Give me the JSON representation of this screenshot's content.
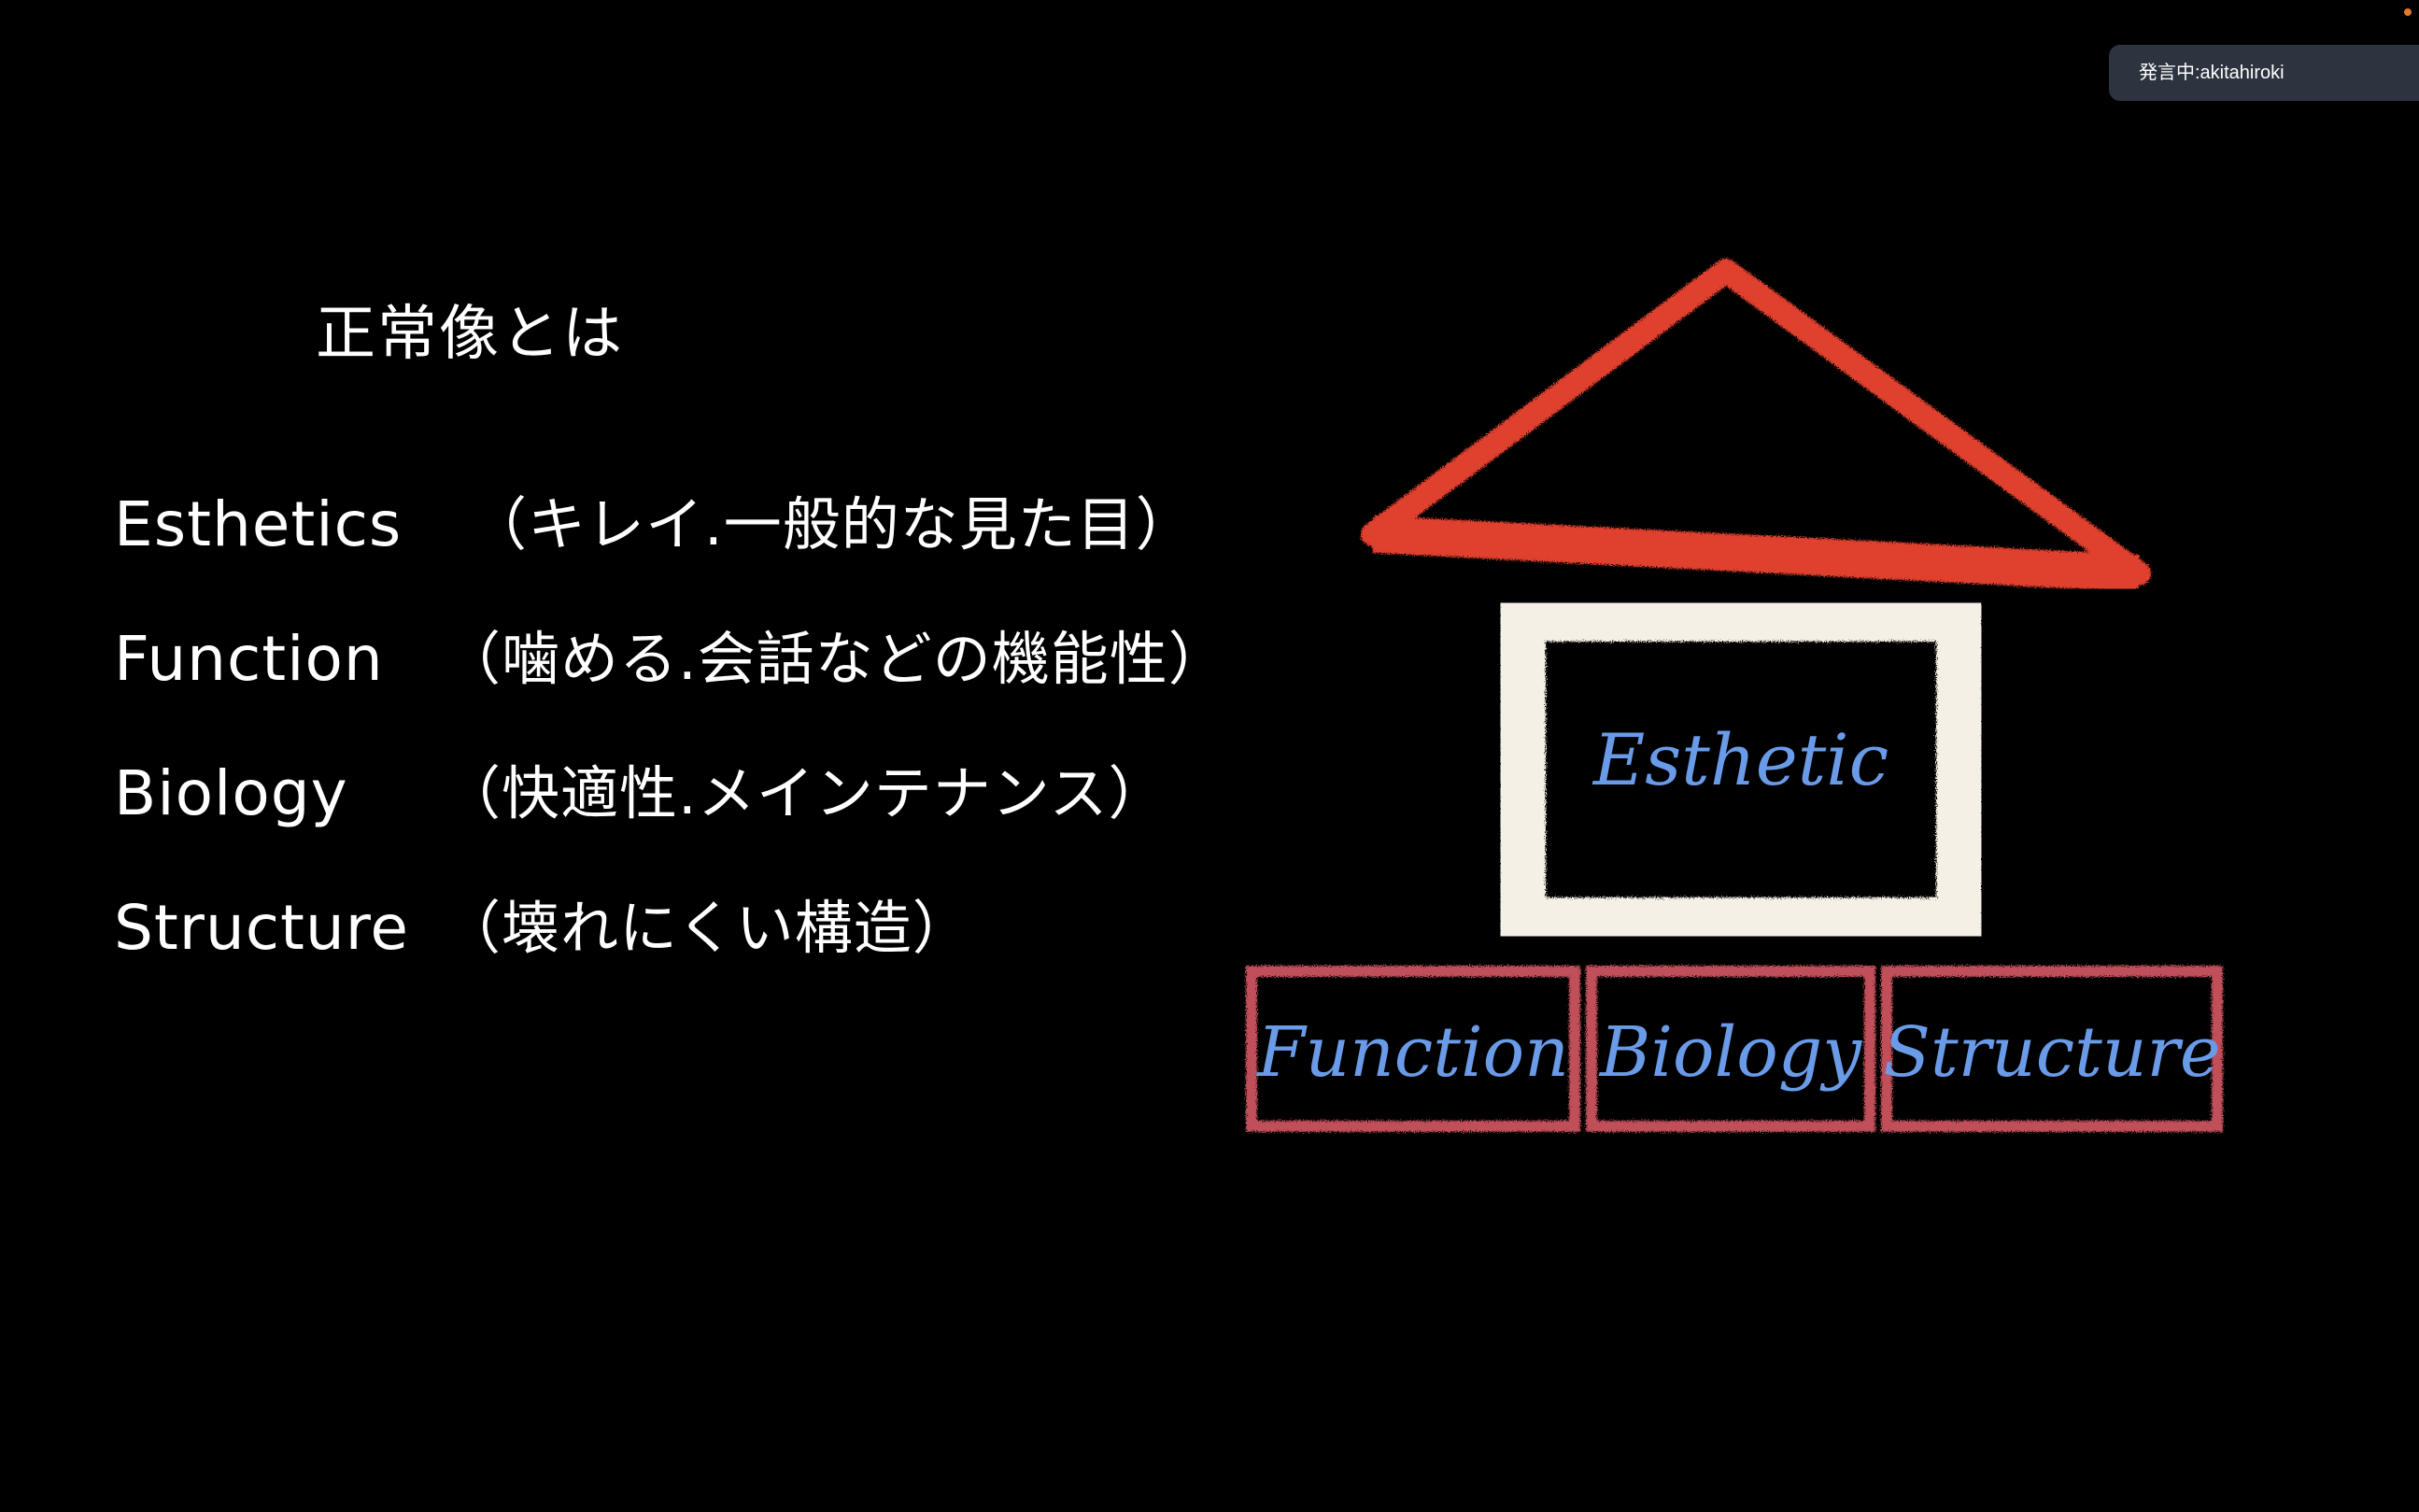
{
  "slide": {
    "title": "正常像とは",
    "rows": [
      {
        "term": "Esthetics",
        "desc": "（キレイ.一般的な見た目）"
      },
      {
        "term": "Function",
        "desc": "（噛める.会話などの機能性）"
      },
      {
        "term": "Biology",
        "desc": "（快適性.メインテナンス）"
      },
      {
        "term": "Structure",
        "desc": "（壊れにくい構造）"
      }
    ]
  },
  "house": {
    "body_label": "Esthetic",
    "foundation": [
      "Function",
      "Biology",
      "Structure"
    ],
    "colors": {
      "roof": "#e0402e",
      "walls": "#f5f0e6",
      "foundation_border": "#c0505a",
      "label": "#6a9be8"
    }
  },
  "overlay": {
    "speaker": "発言中:akitahiroki"
  },
  "colors": {
    "background": "#000000",
    "speaker_pill": "#2d3440",
    "recording_dot": "#e07a2e"
  }
}
